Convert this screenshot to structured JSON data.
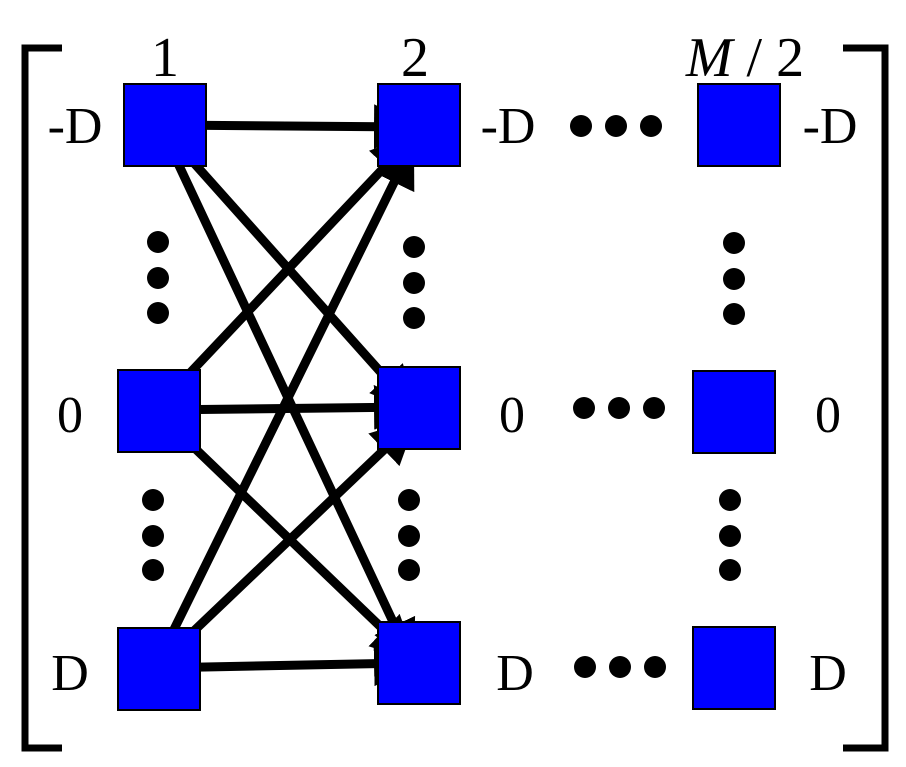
{
  "diagram": {
    "columns": [
      {
        "header": "1"
      },
      {
        "header": "2"
      },
      {
        "header_var": "M",
        "header_rest": " / 2"
      }
    ],
    "rows": [
      "-D",
      "0",
      "D"
    ],
    "edges": [
      {
        "from": "1:-D",
        "to": "2:-D"
      },
      {
        "from": "1:-D",
        "to": "2:0"
      },
      {
        "from": "1:-D",
        "to": "2:D"
      },
      {
        "from": "1:0",
        "to": "2:-D"
      },
      {
        "from": "1:0",
        "to": "2:0"
      },
      {
        "from": "1:0",
        "to": "2:D"
      },
      {
        "from": "1:D",
        "to": "2:-D"
      },
      {
        "from": "1:D",
        "to": "2:0"
      },
      {
        "from": "1:D",
        "to": "2:D"
      }
    ],
    "colors": {
      "node_fill": "#0000ff",
      "line": "#000000"
    }
  }
}
